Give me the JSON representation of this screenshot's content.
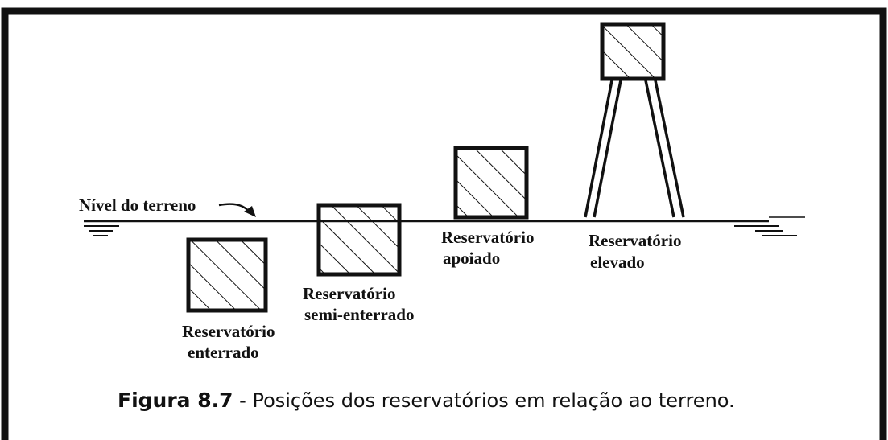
{
  "figure": {
    "ground_label": "Nível do terreno",
    "reservoirs": {
      "buried": {
        "line1": "Reservatório",
        "line2": "enterrado"
      },
      "semi_buried": {
        "line1": "Reservatório",
        "line2": "semi-enterrado"
      },
      "supported": {
        "line1": "Reservatório",
        "line2": "apoiado"
      },
      "elevated": {
        "line1": "Reservatório",
        "line2": "elevado"
      }
    },
    "caption": {
      "number": "Figura 8.7",
      "text": " - Posições dos reservatórios em relação ao terreno."
    },
    "colors": {
      "ink": "#111111",
      "background": "#ffffff"
    }
  }
}
